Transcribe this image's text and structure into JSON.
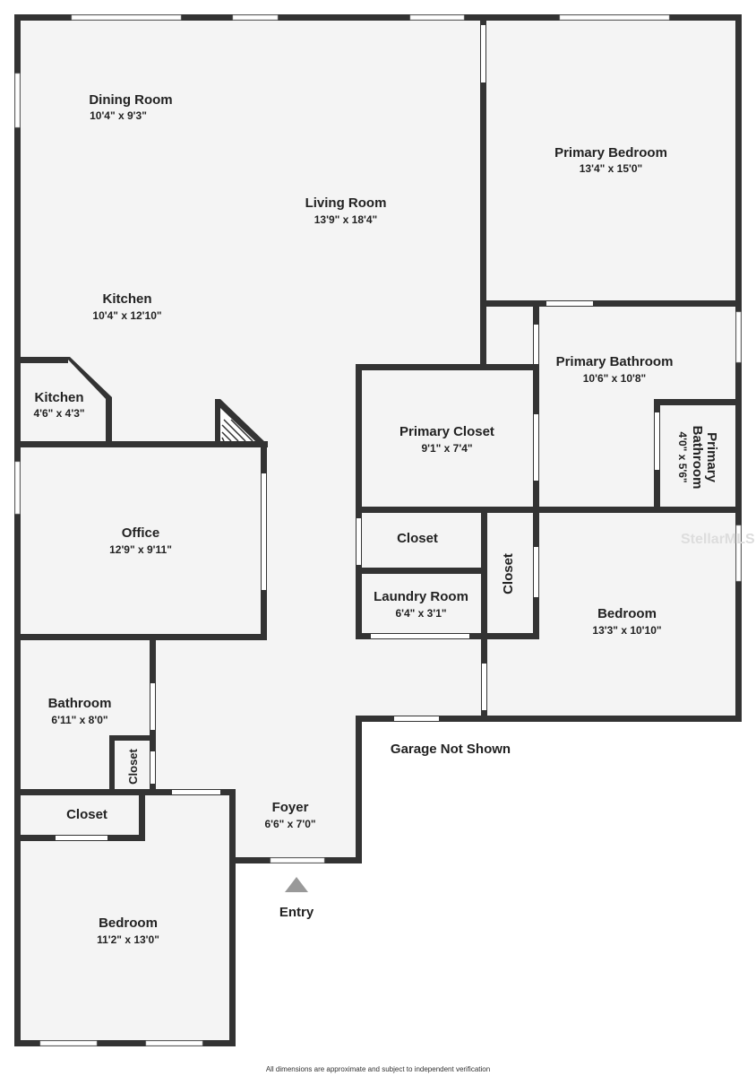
{
  "rooms": {
    "dining": {
      "name": "Dining Room",
      "dims": "10'4\" x 9'3\""
    },
    "living": {
      "name": "Living Room",
      "dims": "13'9\" x 18'4\""
    },
    "kitchen": {
      "name": "Kitchen",
      "dims": "10'4\" x 12'10\""
    },
    "kitchen_small": {
      "name": "Kitchen",
      "dims": "4'6\" x 4'3\""
    },
    "primary_bedroom": {
      "name": "Primary Bedroom",
      "dims": "13'4\" x 15'0\""
    },
    "primary_bathroom": {
      "name": "Primary Bathroom",
      "dims": "10'6\" x 10'8\""
    },
    "primary_bathroom_small": {
      "name1": "Primary",
      "name2": "Bathroom",
      "dims": "4'0\" x 5'6\""
    },
    "primary_closet": {
      "name": "Primary Closet",
      "dims": "9'1\" x 7'4\""
    },
    "office": {
      "name": "Office",
      "dims": "12'9\" x 9'11\""
    },
    "closet_mid": {
      "name": "Closet"
    },
    "closet_vertical": {
      "name": "Closet"
    },
    "laundry": {
      "name": "Laundry Room",
      "dims": "6'4\" x 3'1\""
    },
    "bedroom_right": {
      "name": "Bedroom",
      "dims": "13'3\" x 10'10\""
    },
    "bathroom": {
      "name": "Bathroom",
      "dims": "6'11\" x 8'0\""
    },
    "closet_small": {
      "name": "Closet"
    },
    "closet_left": {
      "name": "Closet"
    },
    "foyer": {
      "name": "Foyer",
      "dims": "6'6\" x 7'0\""
    },
    "bedroom_left": {
      "name": "Bedroom",
      "dims": "11'2\" x 13'0\""
    }
  },
  "labels": {
    "garage": "Garage Not Shown",
    "entry": "Entry"
  },
  "watermark": "StellarMLS",
  "disclaimer": "All dimensions are approximate and subject to independent verification"
}
